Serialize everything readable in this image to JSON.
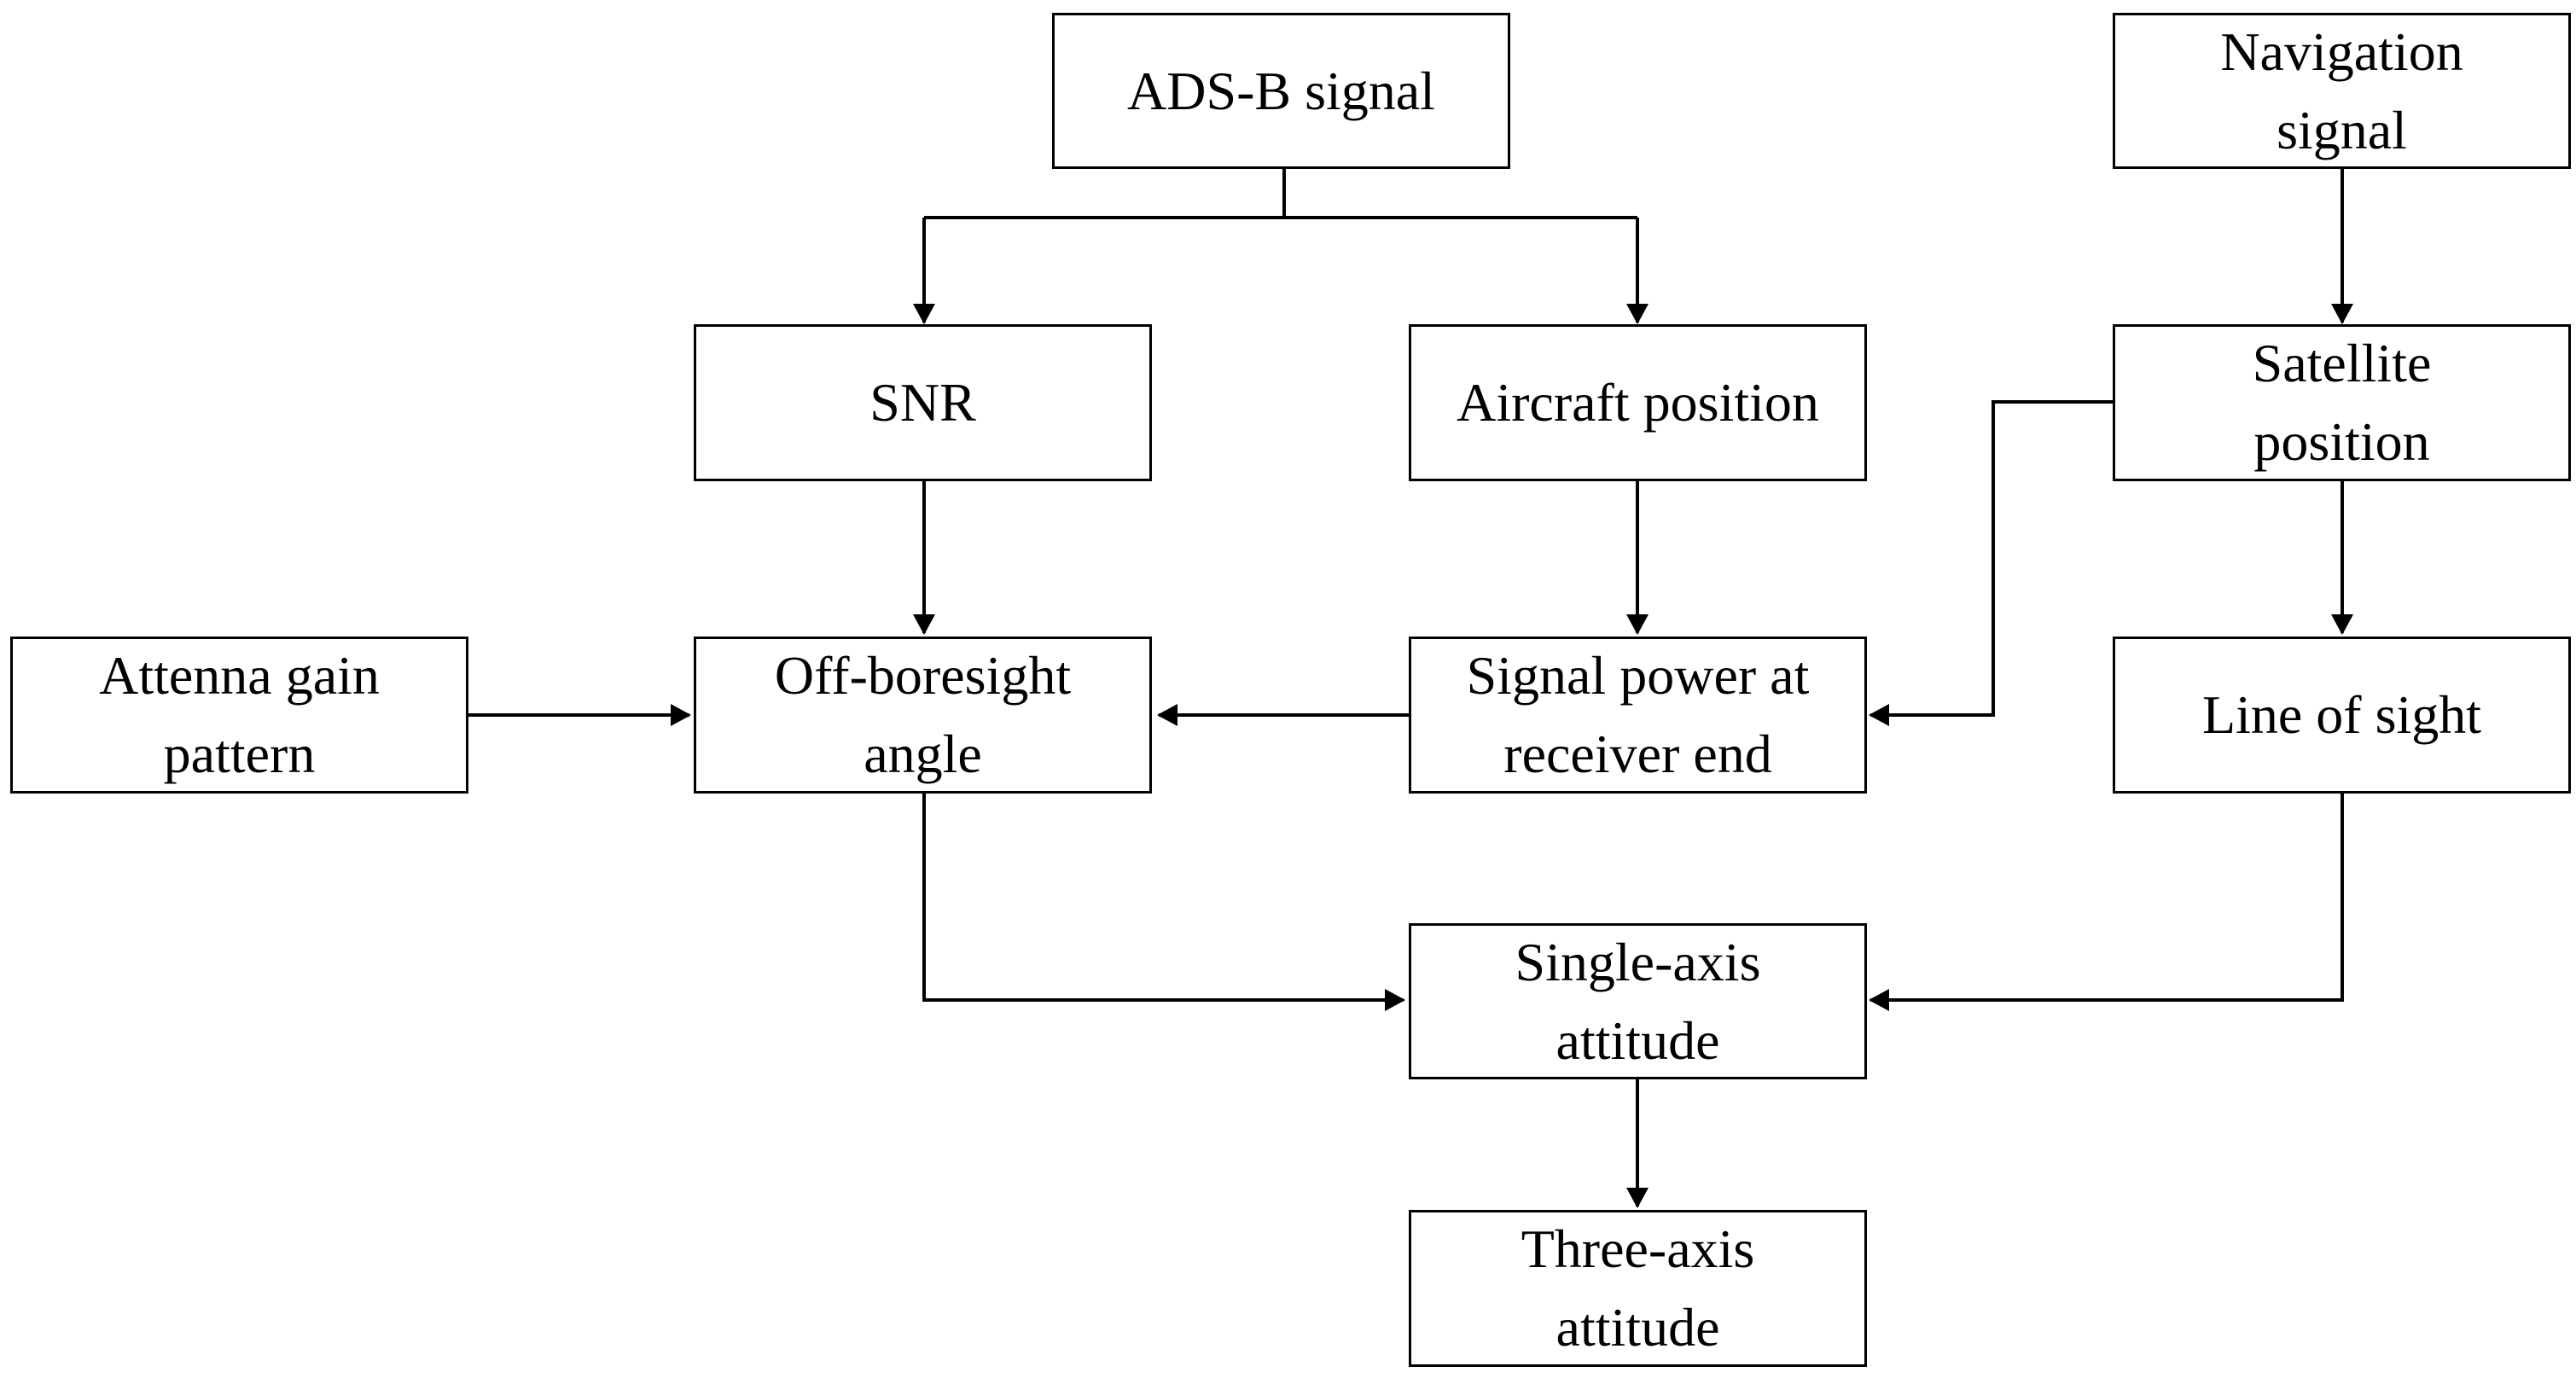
{
  "diagram": {
    "nodes": {
      "ads_b_signal": {
        "lines": [
          "ADS-B signal"
        ]
      },
      "navigation_signal": {
        "lines": [
          "Navigation",
          "signal"
        ]
      },
      "snr": {
        "lines": [
          "SNR"
        ]
      },
      "aircraft_position": {
        "lines": [
          "Aircraft position"
        ]
      },
      "satellite_position": {
        "lines": [
          "Satellite",
          "position"
        ]
      },
      "antenna_gain_pattern": {
        "lines": [
          "Attenna gain",
          "pattern"
        ]
      },
      "off_boresight_angle": {
        "lines": [
          "Off-boresight",
          "angle"
        ]
      },
      "signal_power": {
        "lines": [
          "Signal power at",
          "receiver end"
        ]
      },
      "line_of_sight": {
        "lines": [
          "Line of sight"
        ]
      },
      "single_axis_attitude": {
        "lines": [
          "Single-axis",
          "attitude"
        ]
      },
      "three_axis_attitude": {
        "lines": [
          "Three-axis",
          "attitude"
        ]
      }
    },
    "edges": [
      {
        "from": "ads_b_signal",
        "to": "snr"
      },
      {
        "from": "ads_b_signal",
        "to": "aircraft_position"
      },
      {
        "from": "navigation_signal",
        "to": "satellite_position"
      },
      {
        "from": "snr",
        "to": "off_boresight_angle"
      },
      {
        "from": "aircraft_position",
        "to": "signal_power"
      },
      {
        "from": "satellite_position",
        "to": "signal_power"
      },
      {
        "from": "satellite_position",
        "to": "line_of_sight"
      },
      {
        "from": "antenna_gain_pattern",
        "to": "off_boresight_angle"
      },
      {
        "from": "signal_power",
        "to": "off_boresight_angle"
      },
      {
        "from": "off_boresight_angle",
        "to": "single_axis_attitude"
      },
      {
        "from": "line_of_sight",
        "to": "single_axis_attitude"
      },
      {
        "from": "single_axis_attitude",
        "to": "three_axis_attitude"
      }
    ],
    "colors": {
      "stroke": "#000000",
      "fill": "#ffffff",
      "text": "#000000"
    }
  }
}
